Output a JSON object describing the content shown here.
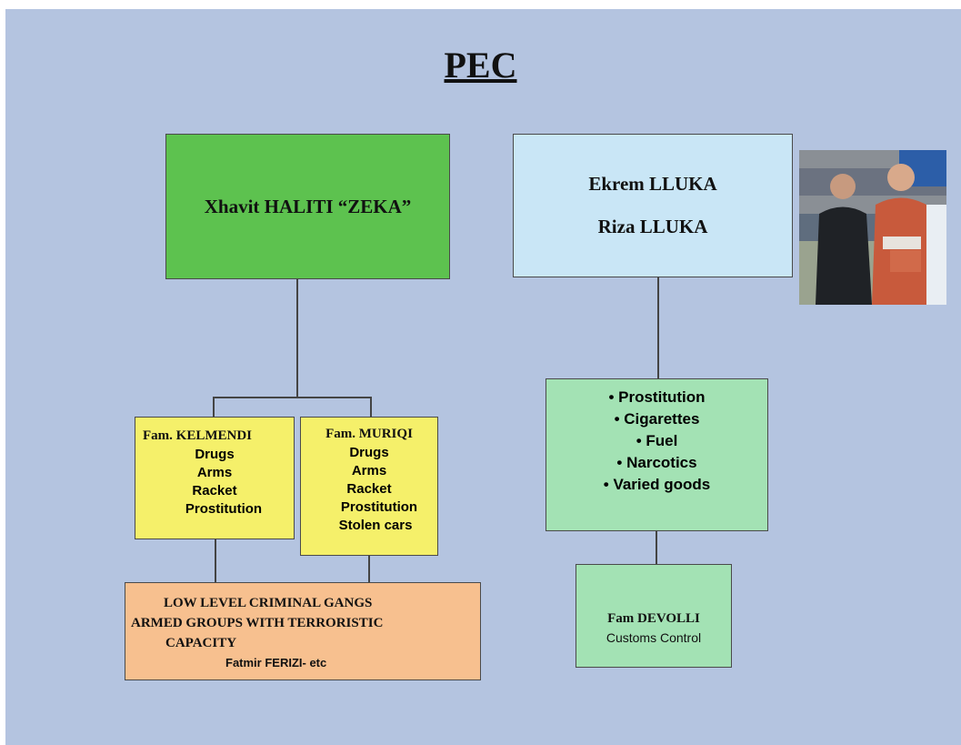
{
  "title": "PEC",
  "left_root": {
    "label": "Xhavit HALITI “ZEKA”",
    "color": "#5dc24f"
  },
  "right_root": {
    "names": [
      "Ekrem LLUKA",
      "Riza LLUKA"
    ],
    "color": "#c9e6f6"
  },
  "family_kelmendi": {
    "name": "Fam. KELMENDI",
    "activities": [
      "Drugs",
      "Arms",
      "Racket",
      "Prostitution"
    ],
    "color": "#f5f06a"
  },
  "family_muriqi": {
    "name": "Fam. MURIQI",
    "activities": [
      "Drugs",
      "Arms",
      "Racket",
      "Prostitution",
      "Stolen cars"
    ],
    "color": "#f5f06a"
  },
  "gangs_box": {
    "lines": [
      "LOW LEVEL CRIMINAL GANGS",
      "ARMED GROUPS WITH TERRORISTIC",
      "CAPACITY"
    ],
    "footer": "Fatmir FERIZI- etc",
    "color": "#f7c08f"
  },
  "lluka_activities": {
    "items": [
      "• Prostitution",
      "• Cigarettes",
      "• Fuel",
      "• Narcotics",
      "• Varied goods"
    ],
    "color": "#a3e2b4"
  },
  "devolli_box": {
    "name": "Fam DEVOLLI",
    "role": "Customs Control",
    "color": "#a3e2b4"
  }
}
